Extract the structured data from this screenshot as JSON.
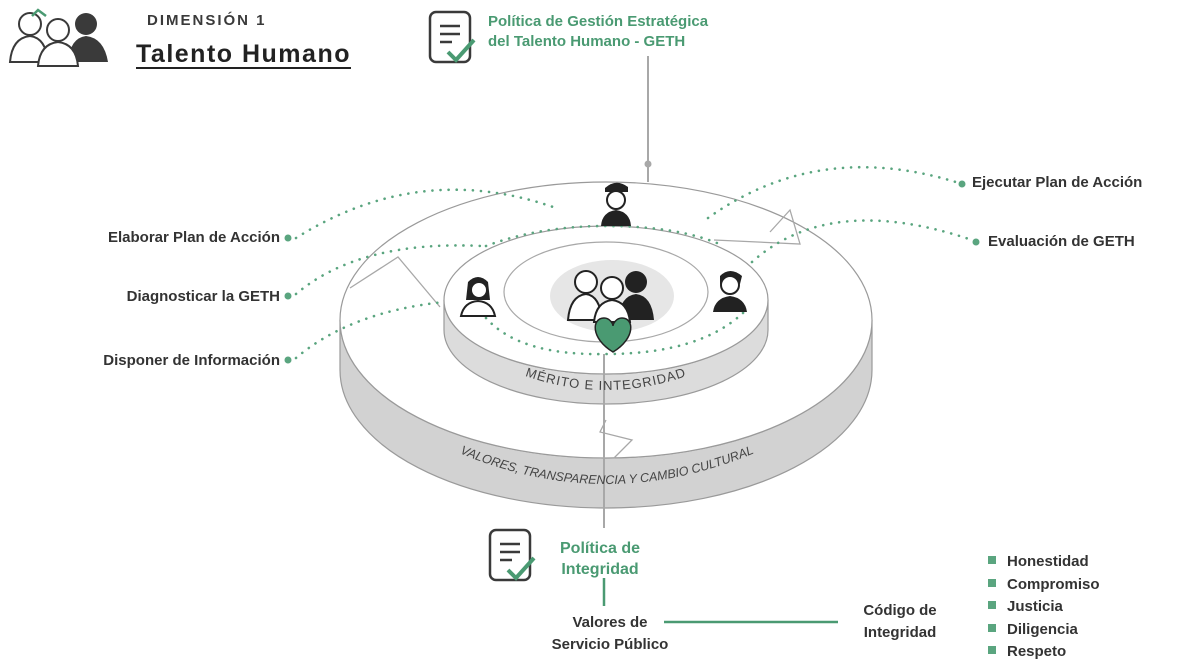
{
  "header": {
    "dimension": "DIMENSIÓN 1",
    "title": "Talento Humano"
  },
  "policies": {
    "geth_line1": "Política de Gestión Estratégica",
    "geth_line2": "del Talento Humano - GETH",
    "integrity_line1": "Política de",
    "integrity_line2": "Integridad"
  },
  "steps": {
    "left": [
      "Elaborar Plan de Acción",
      "Diagnosticar la GETH",
      "Disponer de Información"
    ],
    "right": [
      "Ejecutar Plan de Acción",
      "Evaluación de GETH"
    ]
  },
  "rings": {
    "inner_band": "MÉRITO    E    INTEGRIDAD",
    "outer_band": "VALORES, TRANSPARENCIA Y CAMBIO CULTURAL"
  },
  "bottom": {
    "values_line1": "Valores de",
    "values_line2": "Servicio Público",
    "code_line1": "Código de",
    "code_line2": "Integridad",
    "values": [
      "Honestidad",
      "Compromiso",
      "Justicia",
      "Diligencia",
      "Respeto"
    ]
  },
  "colors": {
    "accent": "#4a9a72",
    "dots": "#5aa57f",
    "band": "#d2d2d2"
  }
}
